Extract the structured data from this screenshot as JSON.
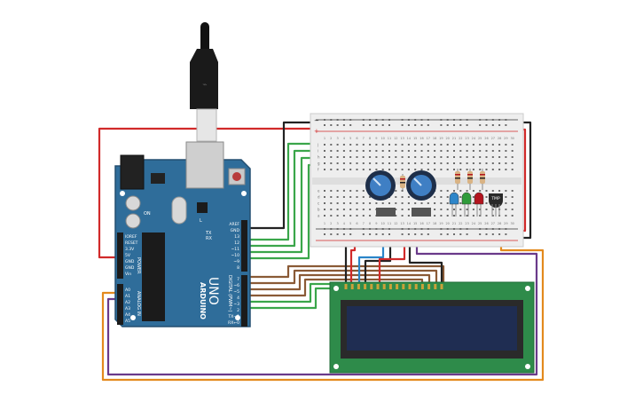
{
  "board": {
    "brand": "ARDUINO",
    "model": "UNO",
    "power_label": "POWER",
    "analog_label": "ANALOG IN",
    "digital_label": "DIGITAL (PWM~)",
    "power_pins": [
      "IOREF",
      "RESET",
      "3.3V",
      "5V",
      "GND",
      "GND",
      "Vin"
    ],
    "analog_pins": [
      "A0",
      "A1",
      "A2",
      "A3",
      "A4",
      "A5"
    ],
    "top_pins": [
      "AREF",
      "GND",
      "13",
      "12",
      "~11",
      "~10",
      "~9",
      "8"
    ],
    "digital_pins": [
      "7",
      "~6",
      "~5",
      "4",
      "~3",
      "2",
      "TX→1",
      "RX←0"
    ],
    "tx_label": "TX",
    "rx_label": "RX",
    "on_label": "ON",
    "l_label": "L",
    "colors": {
      "pcb": "#2f6d9a",
      "pcb_dark": "#244f70"
    }
  },
  "breadboard": {
    "row_letters": [
      "j",
      "i",
      "h",
      "g",
      "f",
      "e",
      "d",
      "c",
      "b",
      "a"
    ],
    "column_numbers": [
      "1",
      "2",
      "3",
      "4",
      "5",
      "6",
      "7",
      "8",
      "9",
      "10",
      "11",
      "12",
      "13",
      "14",
      "15",
      "16",
      "17",
      "18",
      "19",
      "20",
      "21",
      "22",
      "23",
      "24",
      "25",
      "26",
      "27",
      "28",
      "29",
      "30"
    ],
    "plus": "+",
    "minus": "−"
  },
  "sensor": {
    "label": "TMP"
  },
  "leds": [
    {
      "color": "#2e86c9"
    },
    {
      "color": "#2f9b3a"
    },
    {
      "color": "#b3141e"
    }
  ],
  "wires": {
    "red": "#d12a2a",
    "black": "#222222",
    "green": "#3aa64a",
    "brown": "#8a5a36",
    "orange": "#e38a1e",
    "purple": "#6a3a8a",
    "blue": "#2a85c9"
  }
}
